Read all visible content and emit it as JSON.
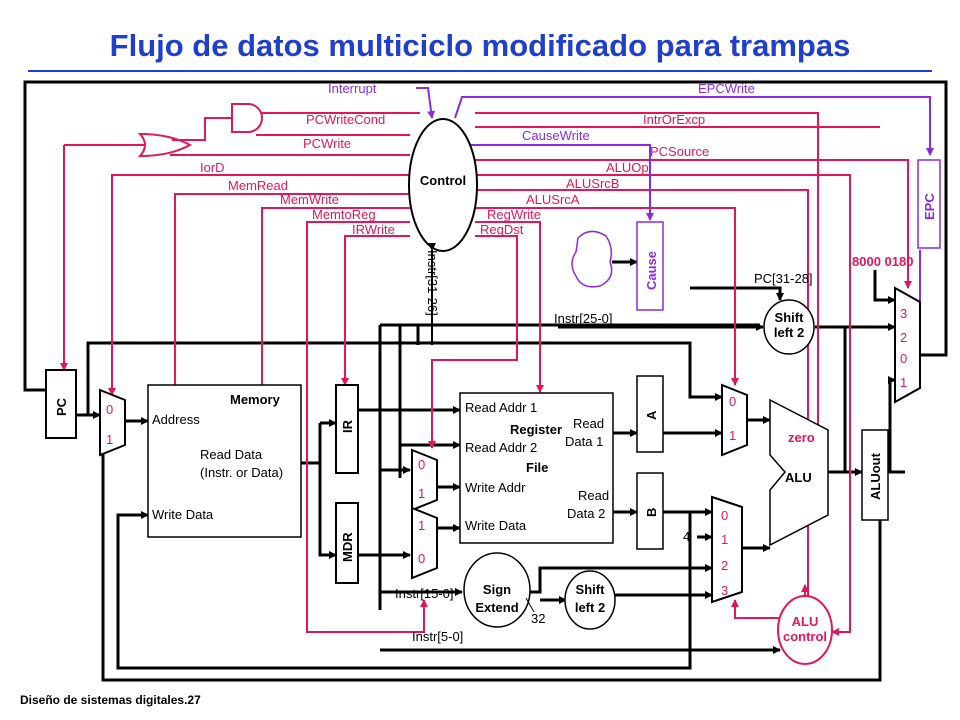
{
  "title": "Flujo de datos multiciclo modificado para trampas",
  "footer": "Diseño de sistemas digitales.27",
  "colors": {
    "title": "#1f3fcc",
    "control_signal": "#e0185a",
    "exception_signal": "#8a2be2",
    "datapath": "#000000"
  },
  "control": {
    "unit": "Control",
    "signals_left": [
      "Interrupt",
      "PCWriteCond",
      "PCWrite",
      "IorD",
      "MemRead",
      "MemWrite",
      "MemtoReg",
      "IRWrite"
    ],
    "signals_right": [
      "EPCWrite",
      "IntrOrExcp",
      "CauseWrite",
      "PCSource",
      "ALUOp",
      "ALUSrcB",
      "ALUSrcA",
      "RegWrite",
      "RegDst"
    ],
    "opcode_field": "Instr[31-26]"
  },
  "blocks": {
    "pc": "PC",
    "memory": {
      "name": "Memory",
      "address": "Address",
      "read_data_1": "Read Data",
      "read_data_2": "(Instr. or Data)",
      "write_data": "Write Data"
    },
    "ir": "IR",
    "mdr": "MDR",
    "register_file": {
      "name_1": "Register",
      "name_2": "File",
      "read_addr_1": "Read Addr 1",
      "read_addr_2": "Read Addr 2",
      "write_addr": "Write Addr",
      "write_data": "Write Data",
      "read_data_1a": "Read",
      "read_data_1b": "Data 1",
      "read_data_2a": "Read",
      "read_data_2b": "Data 2"
    },
    "reg_a": "A",
    "reg_b": "B",
    "sign_extend": {
      "line1": "Sign",
      "line2": "Extend"
    },
    "shift_left_mid": {
      "line1": "Shift",
      "line2": "left 2"
    },
    "shift_left_top": {
      "line1": "Shift",
      "line2": "left 2"
    },
    "alu": {
      "name": "ALU",
      "zero": "zero"
    },
    "alu_control": {
      "line1": "ALU",
      "line2": "control"
    },
    "alu_out": "ALUout",
    "epc": "EPC",
    "cause": "Cause"
  },
  "mux": {
    "pc_mux": [
      "0",
      "1"
    ],
    "regdst_mux": [
      "0",
      "1"
    ],
    "memtoreg_mux": [
      "1",
      "0"
    ],
    "alusrca_mux": [
      "0",
      "1"
    ],
    "alusrcb_mux": [
      "0",
      "1",
      "2",
      "3"
    ],
    "pcsource_mux": [
      "3",
      "2",
      "0",
      "1"
    ]
  },
  "labels": {
    "instr_25_0": "Instr[25-0]",
    "pc_31_28": "PC[31-28]",
    "exception_address": "8000 0180",
    "instr_15_0": "Instr[15-0]",
    "instr_5_0": "Instr[5-0]",
    "bus_width": "32",
    "constant_four": "4"
  }
}
